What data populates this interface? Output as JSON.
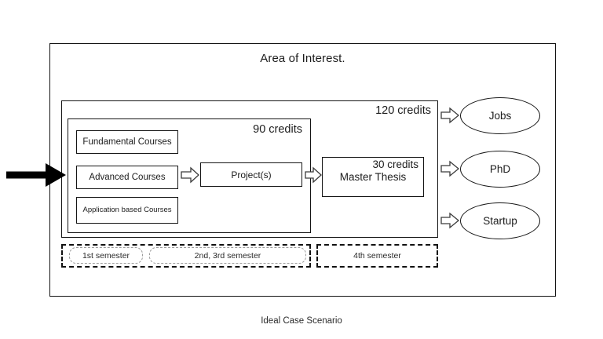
{
  "caption": "Ideal Case Scenario",
  "diagram": {
    "title": "Area of Interest.",
    "outer_label": "Area of Interest.",
    "credit_boxes": {
      "total": "120 credits",
      "coursework": "90 credits",
      "thesis_credits": "30 credits"
    },
    "courses": [
      {
        "label": "Fundamental Courses"
      },
      {
        "label": "Advanced Courses"
      },
      {
        "label": "Application based Courses"
      }
    ],
    "project": {
      "label": "Project(s)"
    },
    "thesis": {
      "credits": "30 credits",
      "label": "Master Thesis"
    },
    "outcomes": [
      {
        "label": "Jobs"
      },
      {
        "label": "PhD"
      },
      {
        "label": "Startup"
      }
    ],
    "semesters": [
      {
        "label": "1st semester"
      },
      {
        "label": "2nd, 3rd semester"
      },
      {
        "label": "4th semester"
      }
    ]
  },
  "colors": {
    "stroke": "#141414",
    "dashed_outer": "#111111",
    "dashed_inner": "#9a9a9a",
    "text": "#1c1c1c",
    "background": "#ffffff"
  }
}
